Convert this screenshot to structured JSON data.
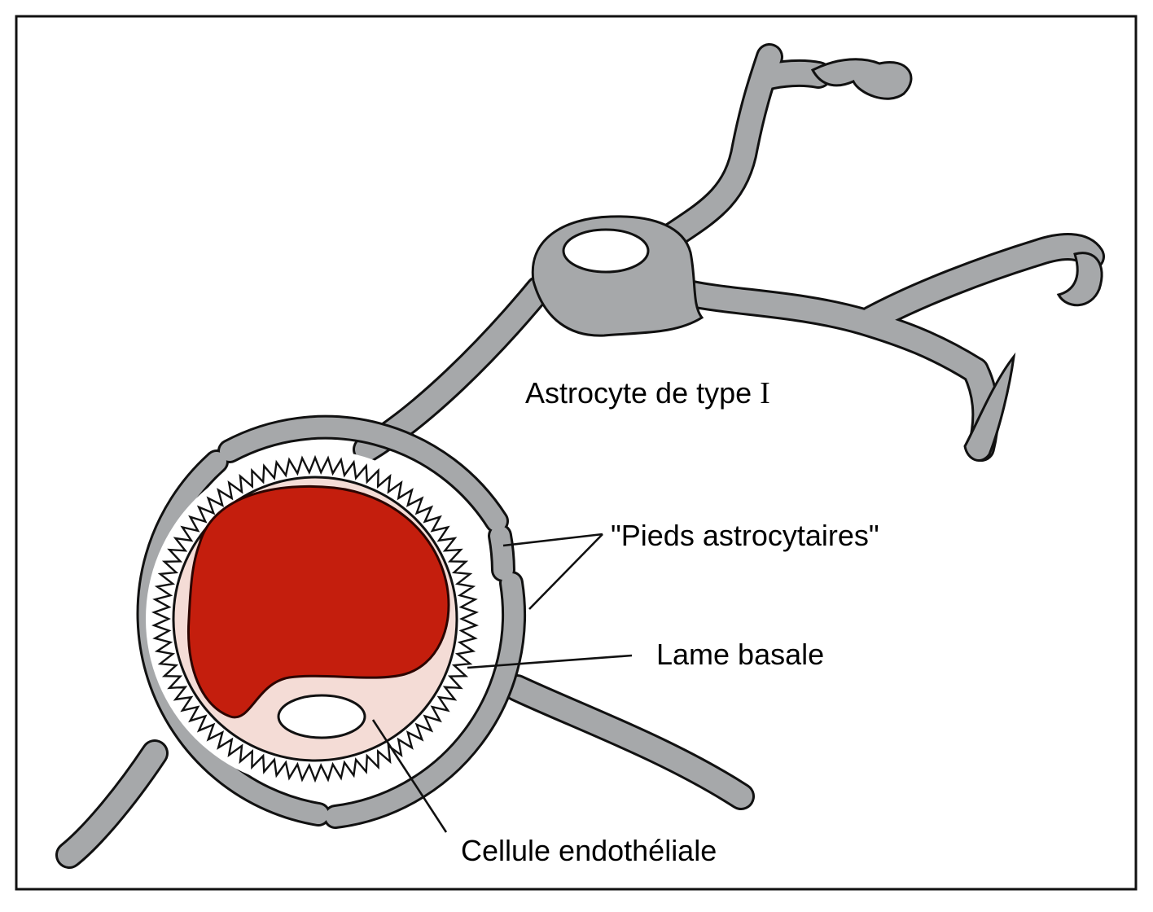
{
  "diagram": {
    "labels": {
      "astrocyte_text": "Astrocyte de type ",
      "astrocyte_roman": "I",
      "pieds": "\"Pieds astrocytaires\"",
      "lame": "Lame basale",
      "cellule": "Cellule endothéliale"
    },
    "colors": {
      "cell_gray": "#a6a8aa",
      "blood_red": "#c8200e",
      "endothelium_pink": "#f4dcd6",
      "outline": "#111111"
    }
  }
}
